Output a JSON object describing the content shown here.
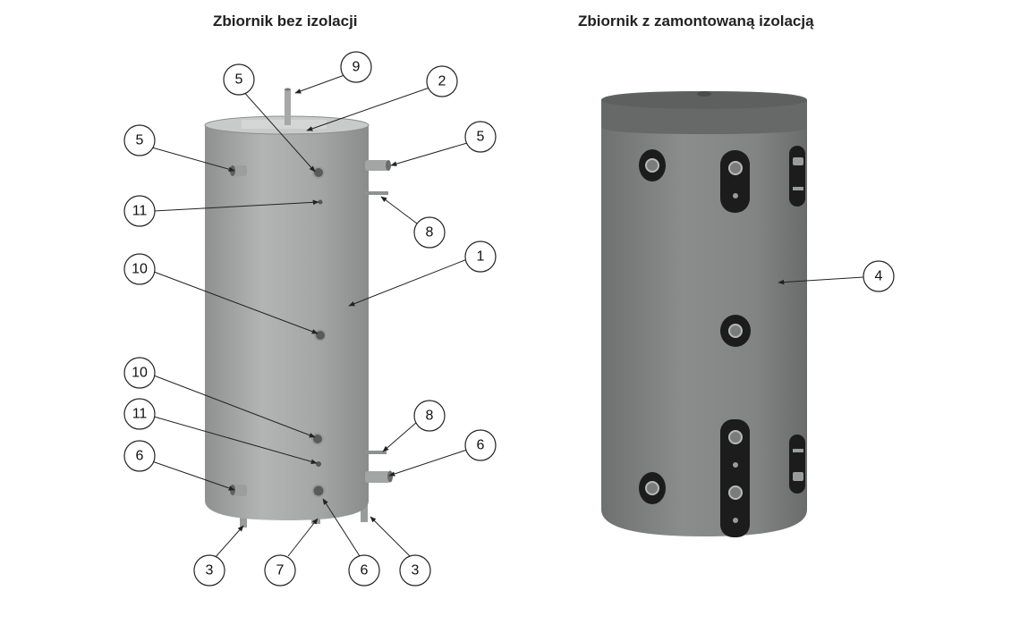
{
  "titles": {
    "left": "Zbiornik bez izolacji",
    "right": "Zbiornik z zamontowaną izolacją"
  },
  "callouts_left": [
    "9",
    "5",
    "2",
    "5",
    "5",
    "11",
    "8",
    "1",
    "10",
    "10",
    "8",
    "11",
    "6",
    "6",
    "3",
    "7",
    "6",
    "3"
  ],
  "callouts_right": [
    "4"
  ],
  "colors": {
    "tank_bare": "#a7a9a9",
    "tank_insulated": "#7f8080",
    "lid": "#666868",
    "port_panel": "#1c1c1c"
  }
}
